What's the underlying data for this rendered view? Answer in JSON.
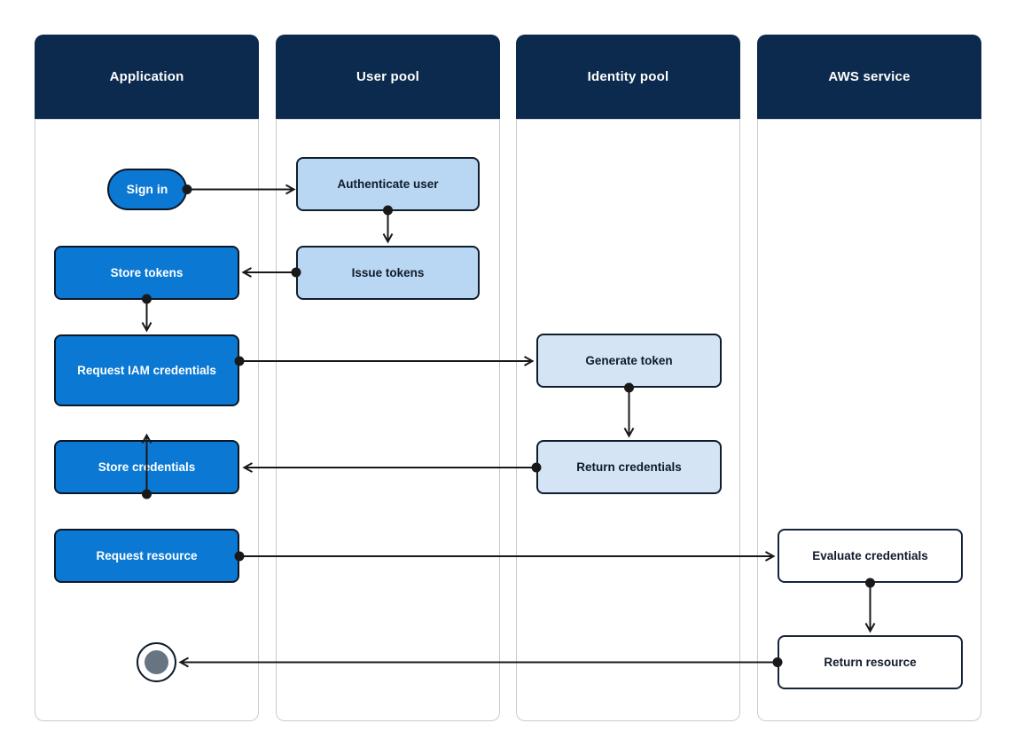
{
  "diagram": {
    "lanes": [
      {
        "id": "application",
        "label": "Application"
      },
      {
        "id": "user-pool",
        "label": "User pool"
      },
      {
        "id": "identity-pool",
        "label": "Identity pool"
      },
      {
        "id": "aws-service",
        "label": "AWS service"
      }
    ],
    "nodes": [
      {
        "id": "sign-in",
        "lane": "application",
        "label": "Sign in",
        "shape": "pill",
        "style": "primary"
      },
      {
        "id": "authenticate-user",
        "lane": "user-pool",
        "label": "Authenticate user",
        "shape": "rect",
        "style": "light-blue"
      },
      {
        "id": "issue-tokens",
        "lane": "user-pool",
        "label": "Issue tokens",
        "shape": "rect",
        "style": "light-blue"
      },
      {
        "id": "store-tokens",
        "lane": "application",
        "label": "Store tokens",
        "shape": "rect",
        "style": "primary"
      },
      {
        "id": "request-iam-credentials",
        "lane": "application",
        "label": "Request IAM credentials",
        "shape": "rect",
        "style": "primary"
      },
      {
        "id": "generate-token",
        "lane": "identity-pool",
        "label": "Generate token",
        "shape": "rect",
        "style": "pale-blue"
      },
      {
        "id": "return-credentials",
        "lane": "identity-pool",
        "label": "Return credentials",
        "shape": "rect",
        "style": "pale-blue"
      },
      {
        "id": "store-credentials",
        "lane": "application",
        "label": "Store credentials",
        "shape": "rect",
        "style": "primary"
      },
      {
        "id": "request-resource",
        "lane": "application",
        "label": "Request resource",
        "shape": "rect",
        "style": "primary"
      },
      {
        "id": "evaluate-credentials",
        "lane": "aws-service",
        "label": "Evaluate credentials",
        "shape": "rect",
        "style": "outline"
      },
      {
        "id": "return-resource",
        "lane": "aws-service",
        "label": "Return resource",
        "shape": "rect",
        "style": "outline"
      },
      {
        "id": "end",
        "lane": "application",
        "label": "",
        "shape": "end-circle",
        "style": "end"
      }
    ],
    "edges": [
      {
        "from": "sign-in",
        "to": "authenticate-user",
        "start": "dot",
        "end": "arrow"
      },
      {
        "from": "authenticate-user",
        "to": "issue-tokens",
        "start": "dot",
        "end": "arrow"
      },
      {
        "from": "issue-tokens",
        "to": "store-tokens",
        "start": "dot",
        "end": "arrow"
      },
      {
        "from": "store-tokens",
        "to": "request-iam-credentials",
        "start": "dot",
        "end": "arrow"
      },
      {
        "from": "request-iam-credentials",
        "to": "generate-token",
        "start": "dot",
        "end": "arrow"
      },
      {
        "from": "generate-token",
        "to": "return-credentials",
        "start": "dot",
        "end": "arrow"
      },
      {
        "from": "return-credentials",
        "to": "store-credentials",
        "start": "dot",
        "end": "arrow"
      },
      {
        "from": "store-credentials",
        "to": "request-resource",
        "start": "dot",
        "end": "arrow"
      },
      {
        "from": "request-resource",
        "to": "evaluate-credentials",
        "start": "dot",
        "end": "arrow"
      },
      {
        "from": "evaluate-credentials",
        "to": "return-resource",
        "start": "dot",
        "end": "arrow"
      },
      {
        "from": "return-resource",
        "to": "end",
        "start": "dot",
        "end": "arrow"
      }
    ],
    "colors": {
      "lane_header": "#0c2a4e",
      "lane_border": "#c8cccf",
      "primary_fill": "#0b79d4",
      "light_blue_fill": "#b9d7f3",
      "pale_blue_fill": "#d4e4f5",
      "outline_node_border": "#16253c",
      "arrow": "#191919",
      "end_circle_fill": "#677582"
    }
  }
}
